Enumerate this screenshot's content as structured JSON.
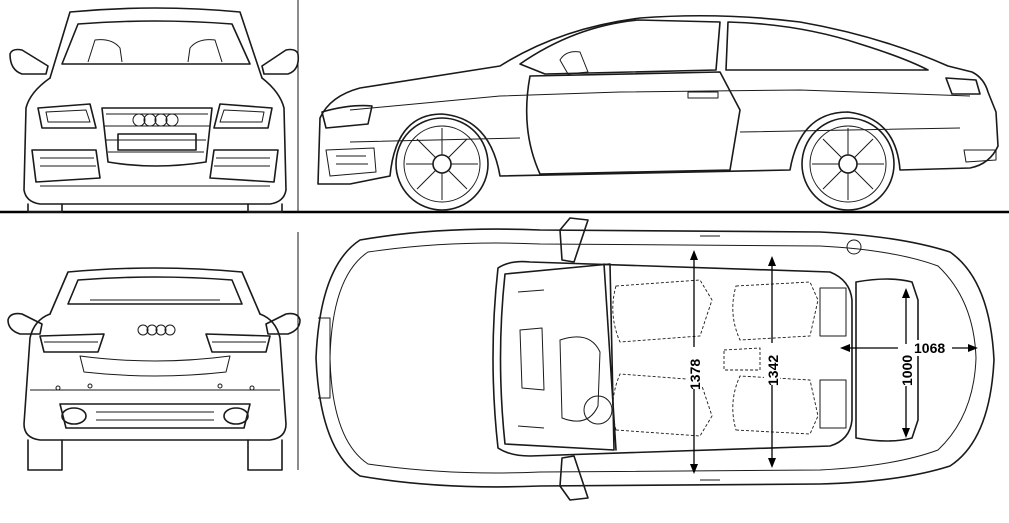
{
  "dimensions": {
    "rear_track": "1378",
    "front_track": "1342",
    "trunk_length": "1068",
    "trunk_width": "1000"
  },
  "colors": {
    "line": "#1a1a1a",
    "background": "#ffffff"
  }
}
